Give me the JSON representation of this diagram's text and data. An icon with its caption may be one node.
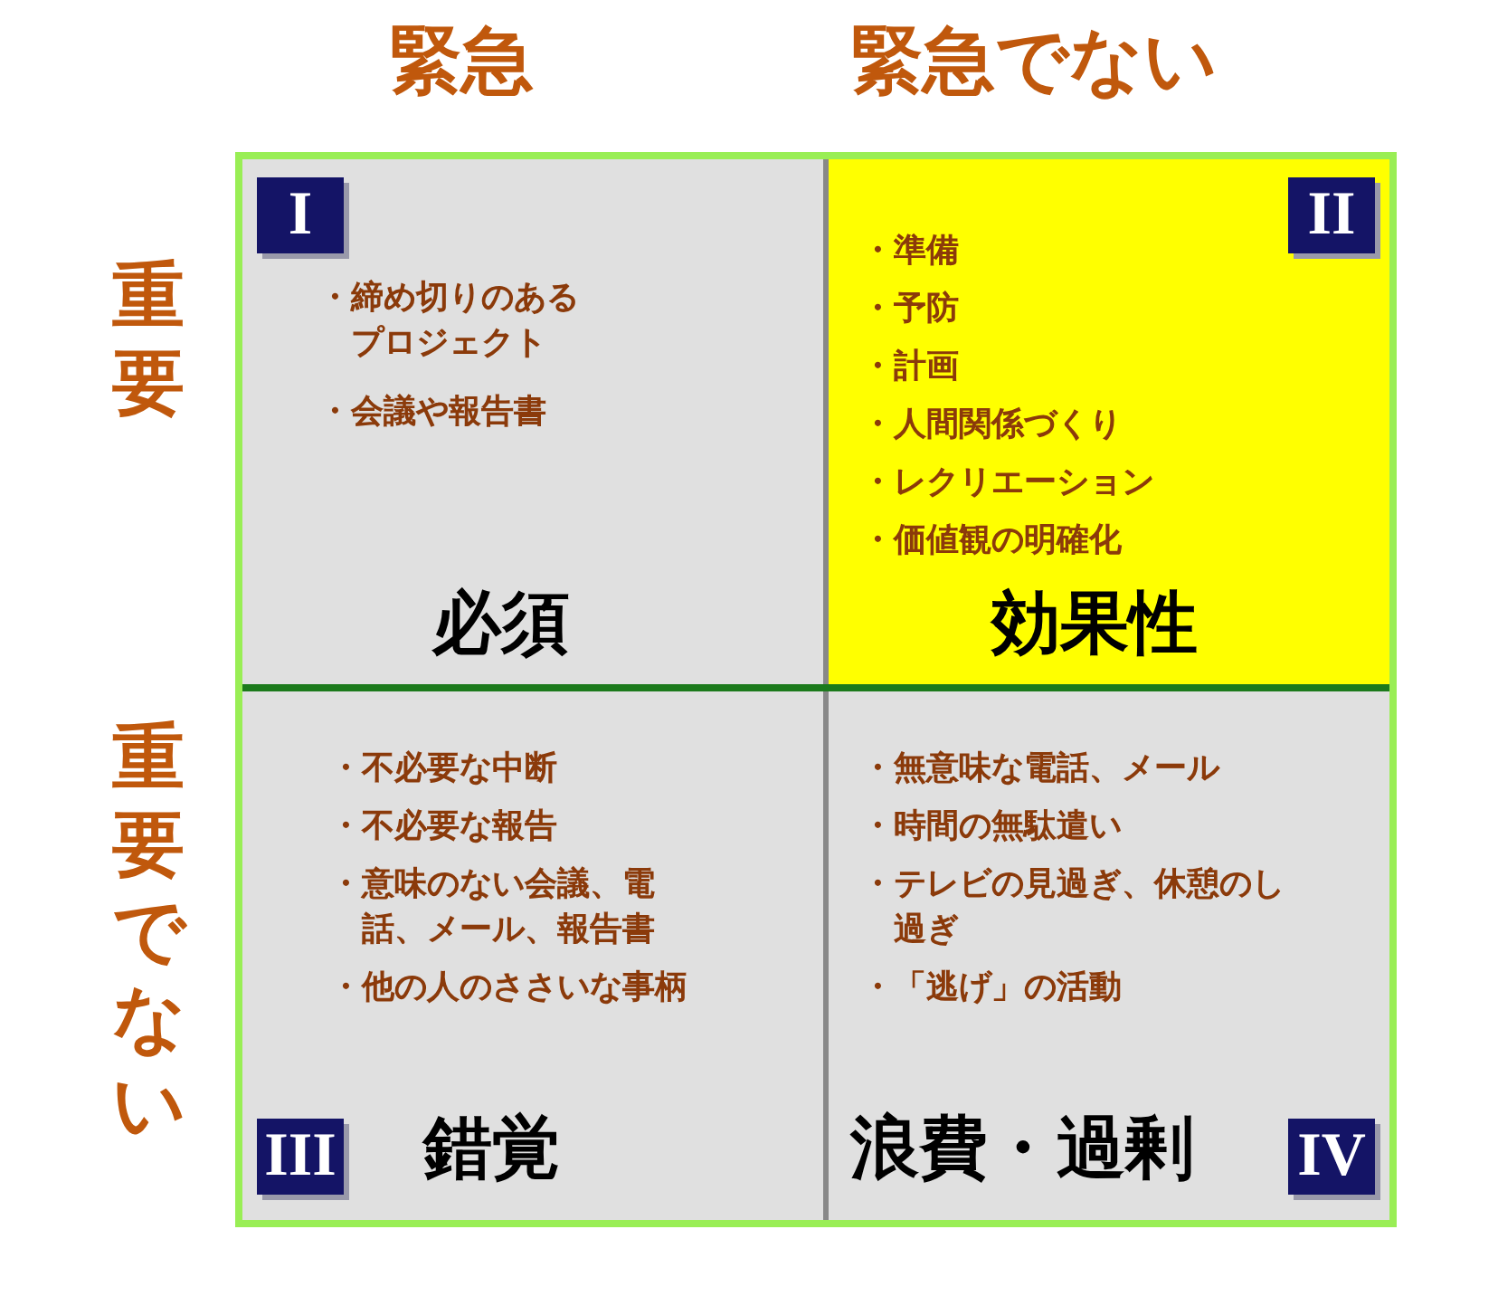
{
  "diagram": {
    "nodes": [
      {
        "text": [
          "・締め切りのあるプロジェクト",
          "・会議や報告書",
          "必須"
        ]
      },
      {
        "text": [
          "I"
        ],
        "in": 0
      },
      {
        "text": [
          "・準備",
          "・予防",
          "・計画",
          "・人間関係づくり",
          "・レクリエーション",
          "・価値観の明確化",
          "効果性"
        ]
      },
      {
        "text": [
          "II"
        ],
        "in": 2
      },
      {
        "text": [
          "・不必要な中断",
          "・不必要な報告",
          "・意味のない会議、電話、メール、報告書",
          "・他の人のささいな事柄",
          "錯覚"
        ]
      },
      {
        "text": [
          "III"
        ],
        "in": 4
      },
      {
        "text": [
          "・無意味な電話、メール",
          "・時間の無駄遣い",
          "・テレビの見過ぎ、休憩のし過ぎ",
          "・「逃げ」の活動",
          "浪費・過剰"
        ]
      },
      {
        "text": [
          "IV"
        ],
        "in": 6
      }
    ],
    "edges": [],
    "labels": [
      "緊急",
      "緊急でない",
      "重要",
      "重要でない"
    ]
  }
}
